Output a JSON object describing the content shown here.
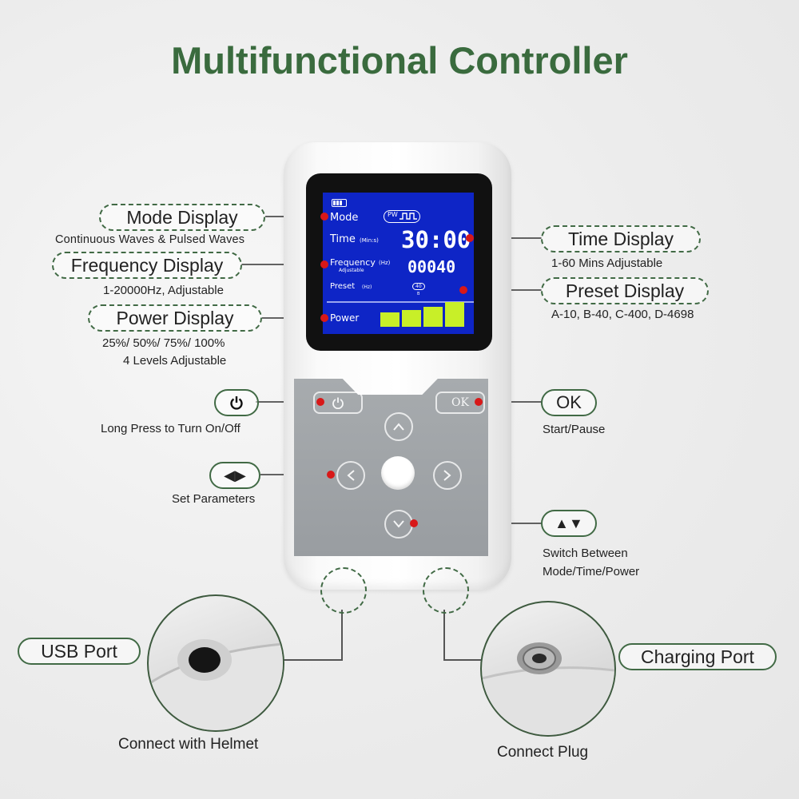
{
  "title": "Multifunctional Controller",
  "screen": {
    "mode_label": "Mode",
    "mode_icon_text": "PW",
    "time_label": "Time",
    "time_unit": "(Min:s)",
    "time_value": "30:00",
    "freq_label": "Frequency",
    "freq_unit": "(Hz)",
    "freq_sub": "Adjustable",
    "freq_value": "00040",
    "preset_label": "Preset",
    "preset_unit": "(Hz)",
    "preset_value": "40",
    "preset_letter": "B",
    "power_label": "Power",
    "power_level_fraction": 1.0
  },
  "buttons": {
    "ok_label": "OK"
  },
  "annotations": {
    "mode_display": "Mode Display",
    "mode_display_desc": "Continuous Waves & Pulsed Waves",
    "frequency_display": "Frequency Display",
    "frequency_display_desc": "1-20000Hz, Adjustable",
    "power_display": "Power Display",
    "power_display_desc1": "25%/ 50%/ 75%/ 100%",
    "power_display_desc2": "4 Levels Adjustable",
    "time_display": "Time Display",
    "time_display_desc": "1-60 Mins Adjustable",
    "preset_display": "Preset Display",
    "preset_display_desc": "A-10, B-40, C-400, D-4698",
    "power_button_desc": "Long Press to Turn On/Off",
    "ok_tag": "OK",
    "ok_desc": "Start/Pause",
    "left_right_tag": "◀▶",
    "left_right_desc": "Set Parameters",
    "up_down_tag": "▲▼",
    "up_down_desc1": "Switch Between",
    "up_down_desc2": "Mode/Time/Power",
    "usb_port": "USB Port",
    "usb_desc": "Connect with Helmet",
    "charging_port": "Charging Port",
    "charging_desc": "Connect Plug"
  },
  "colors": {
    "title_green": "#3a6b3e",
    "lcd_blue": "#0e25c6",
    "power_bar": "#c8ef28",
    "pointer_red": "#d81818"
  }
}
